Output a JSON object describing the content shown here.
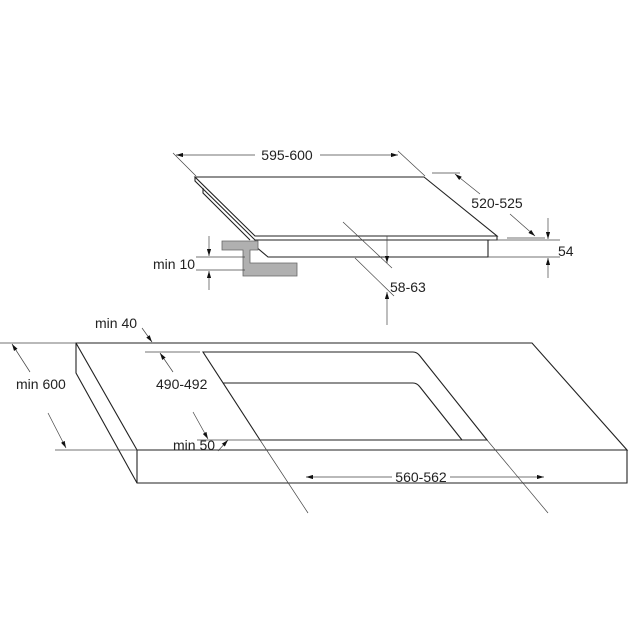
{
  "labels": {
    "hob_width": "595-600",
    "hob_depth": "520-525",
    "hob_height": "54",
    "cutout_clearance_below": "58-63",
    "min_gap_below": "min 10",
    "rear_clearance": "min 40",
    "worktop_depth": "min 600",
    "cutout_depth": "490-492",
    "front_clearance": "min 50",
    "cutout_width": "560-562"
  },
  "colors": {
    "line": "#222222",
    "bracket": "#b0b0b0"
  }
}
